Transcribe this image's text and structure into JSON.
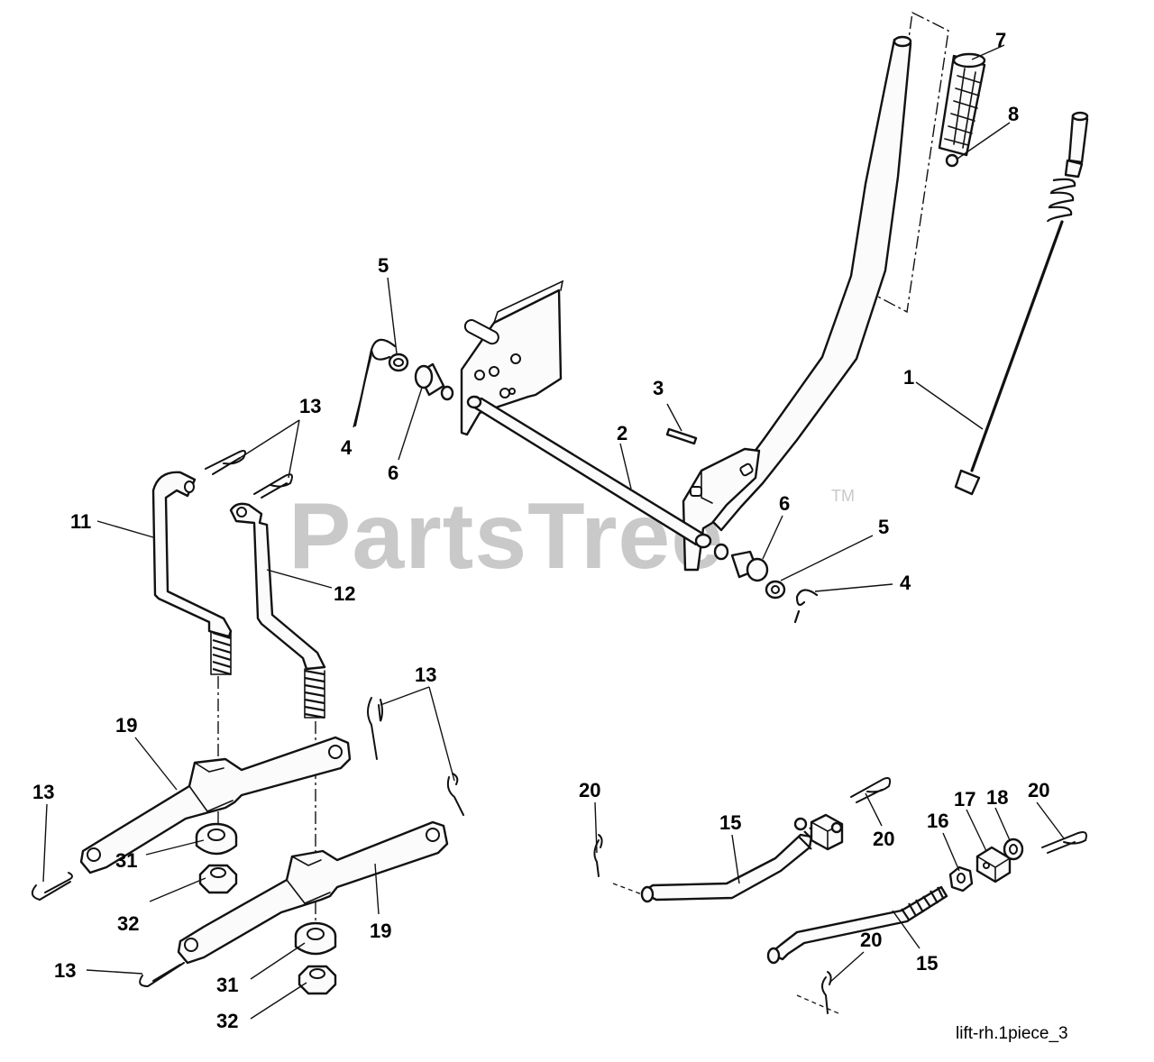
{
  "watermark": {
    "brand": "PartsTree",
    "trademark": "TM"
  },
  "caption": "lift-rh.1piece_3",
  "callouts": [
    {
      "id": "c7",
      "text": "7"
    },
    {
      "id": "c8",
      "text": "8"
    },
    {
      "id": "c5a",
      "text": "5"
    },
    {
      "id": "c4a",
      "text": "4"
    },
    {
      "id": "c6a",
      "text": "6"
    },
    {
      "id": "c3",
      "text": "3"
    },
    {
      "id": "c2",
      "text": "2"
    },
    {
      "id": "c1",
      "text": "1"
    },
    {
      "id": "c13a",
      "text": "13"
    },
    {
      "id": "c11",
      "text": "11"
    },
    {
      "id": "c12",
      "text": "12"
    },
    {
      "id": "c6b",
      "text": "6"
    },
    {
      "id": "c5b",
      "text": "5"
    },
    {
      "id": "c4b",
      "text": "4"
    },
    {
      "id": "c13b",
      "text": "13"
    },
    {
      "id": "c19a",
      "text": "19"
    },
    {
      "id": "c13c",
      "text": "13"
    },
    {
      "id": "c31a",
      "text": "31"
    },
    {
      "id": "c32a",
      "text": "32"
    },
    {
      "id": "c19b",
      "text": "19"
    },
    {
      "id": "c13d",
      "text": "13"
    },
    {
      "id": "c31b",
      "text": "31"
    },
    {
      "id": "c32b",
      "text": "32"
    },
    {
      "id": "c20a",
      "text": "20"
    },
    {
      "id": "c15a",
      "text": "15"
    },
    {
      "id": "c20b",
      "text": "20"
    },
    {
      "id": "c16",
      "text": "16"
    },
    {
      "id": "c17",
      "text": "17"
    },
    {
      "id": "c18",
      "text": "18"
    },
    {
      "id": "c20c",
      "text": "20"
    },
    {
      "id": "c20d",
      "text": "20"
    },
    {
      "id": "c15b",
      "text": "15"
    }
  ]
}
